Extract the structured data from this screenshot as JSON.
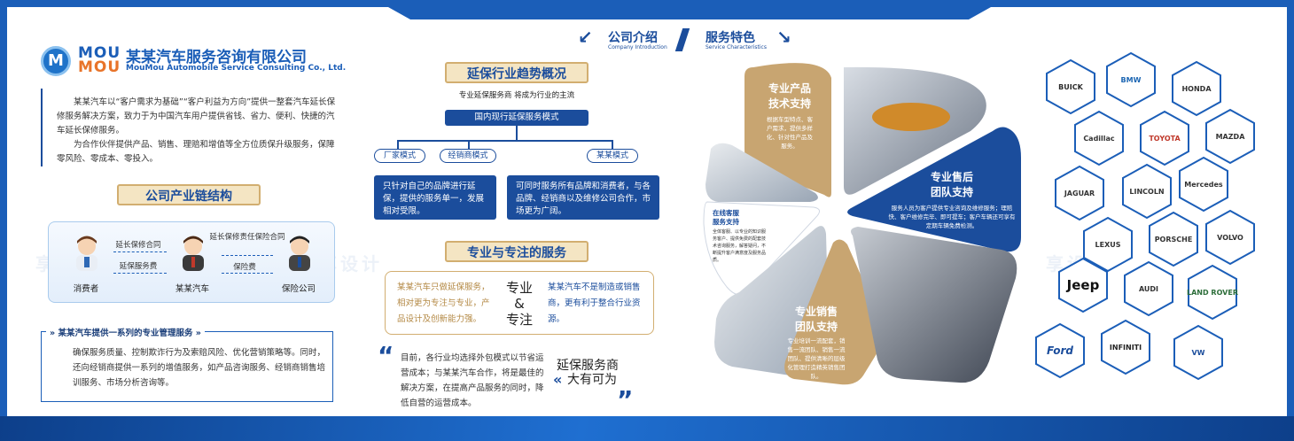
{
  "company": {
    "logo_letter": "M",
    "brand_top": "MOU",
    "brand_bottom": "MOU",
    "name_cn": "某某汽车服务咨询有限公司",
    "name_en": "MouMou Automobile Service Consulting Co., Ltd.",
    "intro_p1": "某某汽车以“客户需求为基础”“客户利益为方向”提供一整套汽车延长保修服务解决方案，致力于为中国汽车用户提供省钱、省力、便利、快捷的汽车延长保修服务。",
    "intro_p2": "为合作伙伴提供产品、销售、理赔和增值等全方位质保升级服务，保障零风险、零成本、零投入。"
  },
  "chain": {
    "title": "公司产业链结构",
    "consumer": "消费者",
    "company": "某某汽车",
    "insurer": "保险公司",
    "left_top": "延长保修合同",
    "left_bottom": "延保服务费",
    "right_top": "延长保修责任保险合同",
    "right_bottom": "保险费"
  },
  "management": {
    "title": "某某汽车提供一系列的专业管理服务",
    "text": "确保服务质量、控制欺诈行为及索赔风险、优化营销策略等。同时，还向经销商提供一系列的增值服务，如产品咨询服务、经销商销售培训服务、市场分析咨询等。"
  },
  "header": {
    "intro_cn": "公司介绍",
    "intro_en": "Company Introduction",
    "service_cn": "服务特色",
    "service_en": "Service Characteristics"
  },
  "trend": {
    "title": "延保行业趋势概况",
    "subtitle": "专业延保服务商 将成为行业的主流",
    "model_title": "国内现行延保服务模式",
    "mode1": "厂家模式",
    "mode2": "经销商模式",
    "mode3": "某某模式",
    "box_left": "只针对自己的品牌进行延保，提供的服务单一，发展相对受限。",
    "box_right": "可同时服务所有品牌和消费者，与各品牌、经销商以及维修公司合作，市场更为广阔。"
  },
  "service": {
    "title": "专业与专注的服务",
    "left": "某某汽车只做延保服务，相对更为专注与专业，产品设计及创新能力强。",
    "mid1": "专业",
    "mid2": "&",
    "mid3": "专注",
    "right": "某某汽车不是制造或销售商，更有利于整合行业资源。",
    "quote": "目前，各行业均选择外包模式以节省运营成本；与某某汽车合作，将是最佳的解决方案，在提高产品服务的同时，降低自营的运营成本。",
    "ext1": "延保服务商",
    "ext2": "大有可为"
  },
  "petals": {
    "product_title1": "专业产品",
    "product_title2": "技术支持",
    "product_body": "根据车型特点、客户需求，提供多样化、针对性产品及服务。",
    "aftersale_title1": "专业售后",
    "aftersale_title2": "团队支持",
    "aftersale_body": "服务人员为客户提供专业咨询及维修服务；理赔快、客户维修完毕、即可提车；客户车辆还可享有定期车辆免费检测。",
    "online_title1": "在线客服",
    "online_title2": "服务支持",
    "online_body": "全体客服、以专业的知识服务客户、提供免费的配套技术咨询服务，解答疑问，不断提升客户满意度及服务品质。",
    "sales_title1": "专业销售",
    "sales_title2": "团队支持",
    "sales_body": "专业培训一流配套，销售一流团队、销售一流团队、提供清晰的层级化管理打造精英销售团队。"
  },
  "brands": [
    "BUICK",
    "BMW",
    "HONDA",
    "Cadillac",
    "TOYOTA",
    "MAZDA",
    "JAGUAR",
    "LINCOLN",
    "Mercedes",
    "LEXUS",
    "PORSCHE",
    "VOLVO",
    "Jeep",
    "AUDI",
    "LAND ROVER",
    "Ford",
    "INFINITI",
    "VW"
  ],
  "colors": {
    "primary": "#1b4d9c",
    "gold": "#d2ae70",
    "gold_fill": "#c8a571"
  }
}
